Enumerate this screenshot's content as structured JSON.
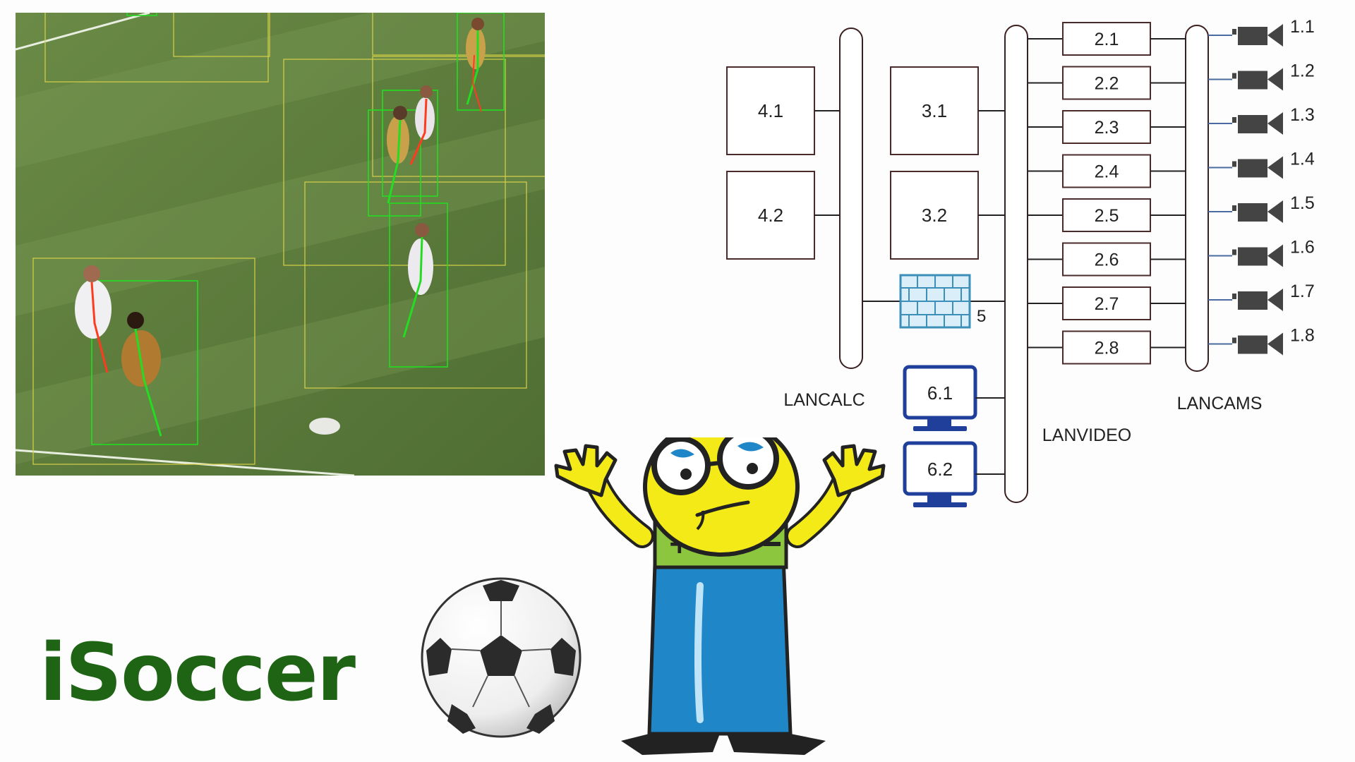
{
  "title": "iSoccer",
  "network": {
    "buses": {
      "calc": "LANCALC",
      "video": "LANVIDEO",
      "cams": "LANCAMS"
    },
    "calc_nodes": [
      "4.1",
      "4.2"
    ],
    "processing_nodes": [
      "3.1",
      "3.2"
    ],
    "firewall_label": "5",
    "display_nodes": [
      "6.1",
      "6.2"
    ],
    "video_nodes": [
      "2.1",
      "2.2",
      "2.3",
      "2.4",
      "2.5",
      "2.6",
      "2.7",
      "2.8"
    ],
    "cameras": [
      "1.1",
      "1.2",
      "1.3",
      "1.4",
      "1.5",
      "1.6",
      "1.7",
      "1.8"
    ]
  },
  "icons": {
    "firewall": "firewall-icon",
    "monitor": "monitor-icon",
    "camera": "camera-icon",
    "ball": "soccer-ball-icon",
    "mascot": "mascot-character"
  },
  "colors": {
    "title": "#1e6414",
    "box_border": "#4a2a2a",
    "monitor": "#1f3f9a",
    "firewall": "#3b8fb8",
    "pitch": "#5b7a3c",
    "pose_green": "#22dd22",
    "pose_red": "#ff3b1f",
    "bbox_yellow": "#d8d048"
  }
}
